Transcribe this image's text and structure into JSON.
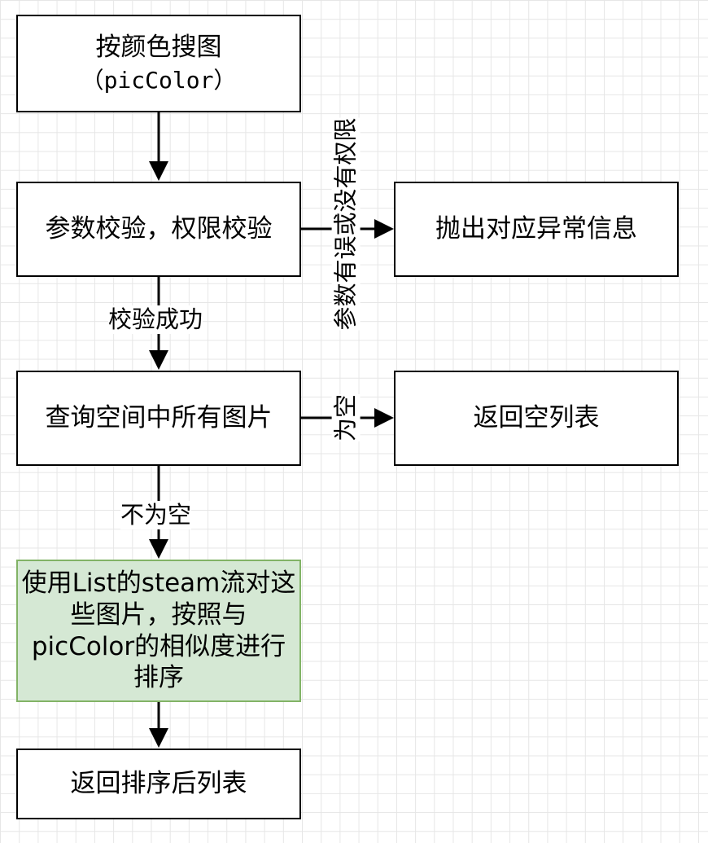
{
  "nodes": {
    "pic_color": {
      "title": "按颜色搜图",
      "subtitle": "（picColor）"
    },
    "validate": {
      "label": "参数校验，权限校验"
    },
    "throw_exception": {
      "label": "抛出对应异常信息"
    },
    "query_images": {
      "label": "查询空间中所有图片"
    },
    "return_empty": {
      "label": "返回空列表"
    },
    "sort_stream": {
      "label": "使用List的steam流对这些图片，按照与picColor的相似度进行排序"
    },
    "return_sorted": {
      "label": "返回排序后列表"
    }
  },
  "edges": {
    "validate_success": "校验成功",
    "params_error_or_no_permission": "参数有误或没有权限",
    "is_empty": "为空",
    "not_empty": "不为空"
  },
  "colors": {
    "process_fill": "#ffffff",
    "highlight_fill": "#d5e8d4",
    "highlight_stroke": "#82b366",
    "stroke": "#000000"
  }
}
